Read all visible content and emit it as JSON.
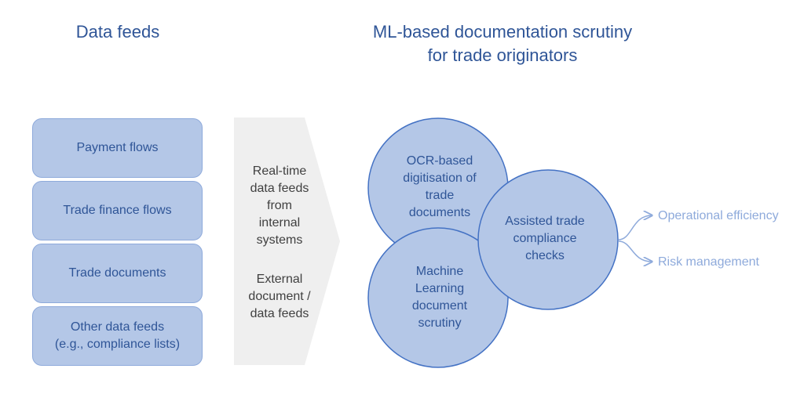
{
  "headings": {
    "left": "Data feeds",
    "right_line1": "ML-based documentation scrutiny",
    "right_line2": "for trade originators"
  },
  "feeds": [
    {
      "line1": "Payment flows",
      "line2": ""
    },
    {
      "line1": "Trade finance flows",
      "line2": ""
    },
    {
      "line1": "Trade documents",
      "line2": ""
    },
    {
      "line1": "Other data feeds",
      "line2": "(e.g., compliance lists)"
    }
  ],
  "arrow": {
    "text1": [
      "Real-time",
      "data feeds",
      "from",
      "internal",
      "systems"
    ],
    "text2": [
      "External",
      "document /",
      "data feeds"
    ]
  },
  "circles": {
    "ocr": [
      "OCR-based",
      "digitisation of",
      "trade",
      "documents"
    ],
    "ml": [
      "Machine",
      "Learning",
      "document",
      "scrutiny"
    ],
    "compliance": [
      "Assisted trade",
      "compliance",
      "checks"
    ]
  },
  "outcomes": [
    "Operational efficiency",
    "Risk management"
  ],
  "colors": {
    "heading": "#2f5597",
    "box_fill": "#b4c7e7",
    "box_border": "#8eaadb",
    "arrow_fill": "#efefef",
    "outcome": "#8eaadb"
  }
}
